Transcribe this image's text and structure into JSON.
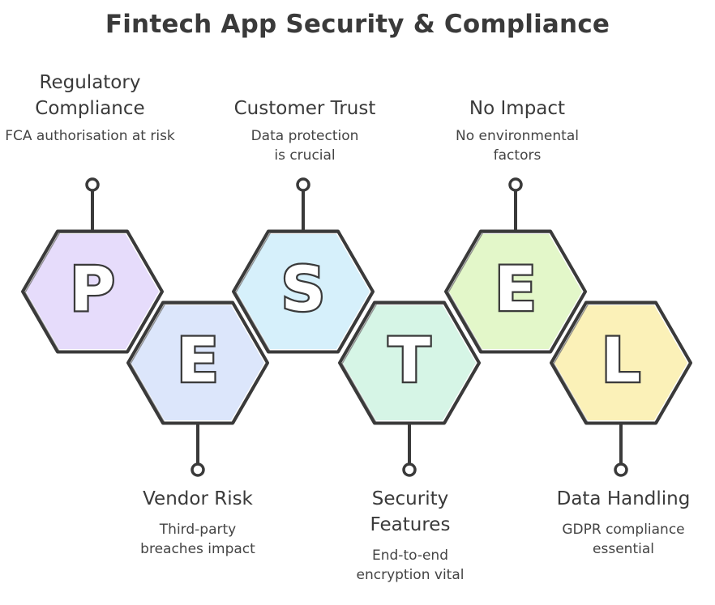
{
  "title": "Fintech App Security & Compliance",
  "factors": [
    {
      "letter": "P",
      "heading": "Regulatory Compliance",
      "description": "FCA authorisation at risk",
      "fill": "#e6dcfb"
    },
    {
      "letter": "E",
      "heading": "Vendor Risk",
      "description": "Third-party breaches impact",
      "fill": "#dce6fb"
    },
    {
      "letter": "S",
      "heading": "Customer Trust",
      "description": "Data protection is crucial",
      "fill": "#d6f0fb"
    },
    {
      "letter": "T",
      "heading": "Security Features",
      "description": "End-to-end encryption vital",
      "fill": "#d6f5e6"
    },
    {
      "letter": "E",
      "heading": "No Impact",
      "description": "No environmental factors",
      "fill": "#e3f7c9"
    },
    {
      "letter": "L",
      "heading": "Data Handling",
      "description": "GDPR compliance essential",
      "fill": "#fbf1b8"
    }
  ]
}
